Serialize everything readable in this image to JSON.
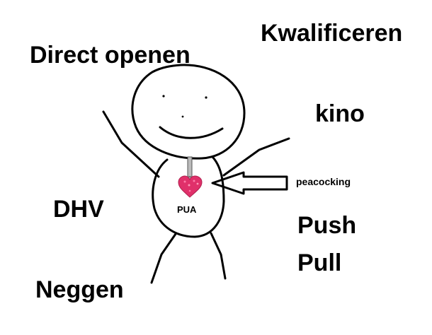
{
  "labels": {
    "top_left": "Direct openen",
    "top_right": "Kwalificeren",
    "right_mid": "kino",
    "arrow_label": "peacocking",
    "left_mid": "DHV",
    "chest": "PUA",
    "right_push": "Push",
    "right_pull": "Pull",
    "bottom_left": "Neggen"
  },
  "colors": {
    "ink": "#000000",
    "heart": "#e0306a",
    "heart_light": "#ff7aa8",
    "chain": "#9a9a9a",
    "background": "#ffffff"
  },
  "icons": {
    "pendant": "heart-pendant-icon",
    "arrow": "arrow-left-icon"
  }
}
